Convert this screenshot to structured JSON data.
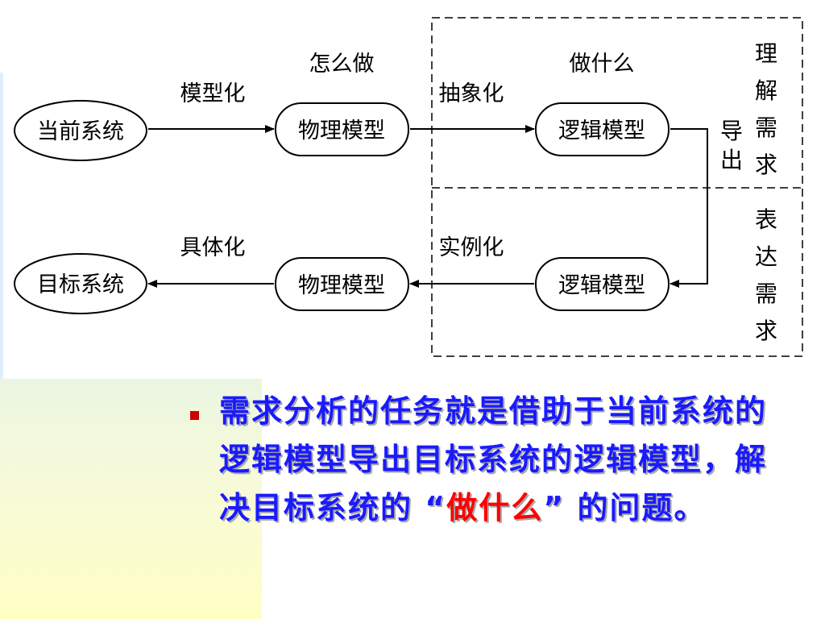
{
  "diagram": {
    "nodes": {
      "current_system": "当前系统",
      "physical_model_top": "物理模型",
      "logical_model_top": "逻辑模型",
      "target_system": "目标系统",
      "physical_model_bottom": "物理模型",
      "logical_model_bottom": "逻辑模型"
    },
    "edges": {
      "modeling": "模型化",
      "abstraction": "抽象化",
      "concretization": "具体化",
      "instantiation": "实例化",
      "derive": "导出"
    },
    "headings": {
      "how": "怎么做",
      "what": "做什么"
    },
    "side_labels": {
      "understand_requirements": "理解需求",
      "express_requirements": "表达需求"
    }
  },
  "bullet": {
    "text_before": "需求分析的任务就是借助于当前系统的逻辑模型导出目标系统的逻辑模型，解决目标系统的",
    "open_quote": "“",
    "highlight": "做什么",
    "close_quote": "”",
    "text_after": "的问题。",
    "highlight_color": "#ff0000",
    "text_color": "#1a1aff"
  }
}
